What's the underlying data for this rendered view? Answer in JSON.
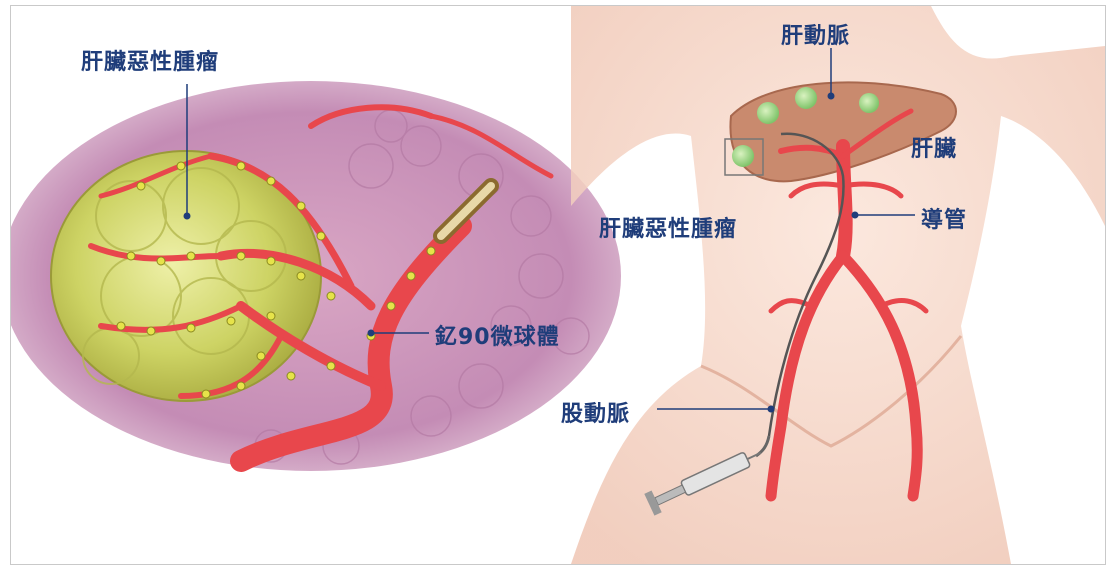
{
  "labels": {
    "tumor_left": "肝臟惡性腫瘤",
    "hepatic_artery": "肝動脈",
    "liver": "肝臟",
    "tumor_right": "肝臟惡性腫瘤",
    "catheter": "導管",
    "y90_microspheres": "釔90微球體",
    "femoral_artery": "股動脈"
  },
  "colors": {
    "label_text": "#1f3d7a",
    "artery": "#e8474c",
    "tumor": "#d9dc6a",
    "skin": "#f6d6c8",
    "liver": "#c98a6e"
  }
}
